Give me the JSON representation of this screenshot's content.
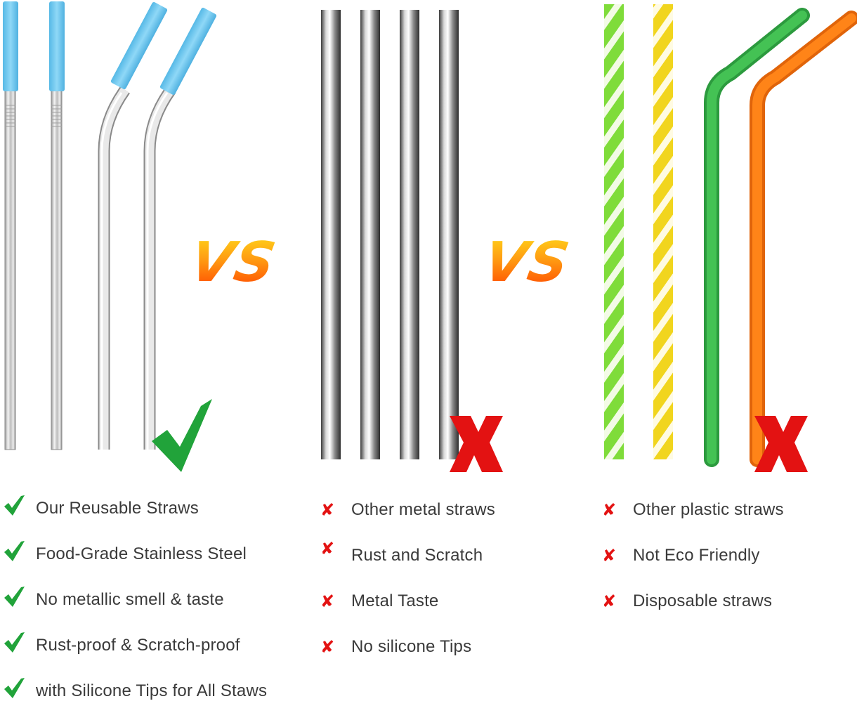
{
  "vs_left": "VS",
  "vs_right": "VS",
  "colors": {
    "check_green": "#21a33a",
    "x_red": "#e31212",
    "tip_blue": "#6ec8f0",
    "steel": "#c8c8c8",
    "green_straw": "#3fb04a",
    "orange_straw": "#ff7a12",
    "yellow_straw": "#f2d21a"
  },
  "columns": {
    "reusable": {
      "items": [
        {
          "icon": "check-icon",
          "label": "Our Reusable Straws"
        },
        {
          "icon": "check-icon",
          "label": "Food-Grade Stainless Steel"
        },
        {
          "icon": "check-icon",
          "label": "No metallic smell & taste"
        },
        {
          "icon": "check-icon",
          "label": "Rust-proof & Scratch-proof"
        },
        {
          "icon": "check-icon",
          "label": "with Silicone Tips for All Staws"
        }
      ]
    },
    "metal": {
      "items": [
        {
          "icon": "x-icon",
          "label": "Other metal straws"
        },
        {
          "icon": "x-icon",
          "label": "Rust and Scratch"
        },
        {
          "icon": "x-icon",
          "label": "Metal Taste"
        },
        {
          "icon": "x-icon",
          "label": "No silicone Tips"
        }
      ]
    },
    "plastic": {
      "items": [
        {
          "icon": "x-icon",
          "label": "Other plastic straws"
        },
        {
          "icon": "x-icon",
          "label": "Not Eco Friendly"
        },
        {
          "icon": "x-icon",
          "label": "Disposable straws"
        }
      ]
    }
  }
}
